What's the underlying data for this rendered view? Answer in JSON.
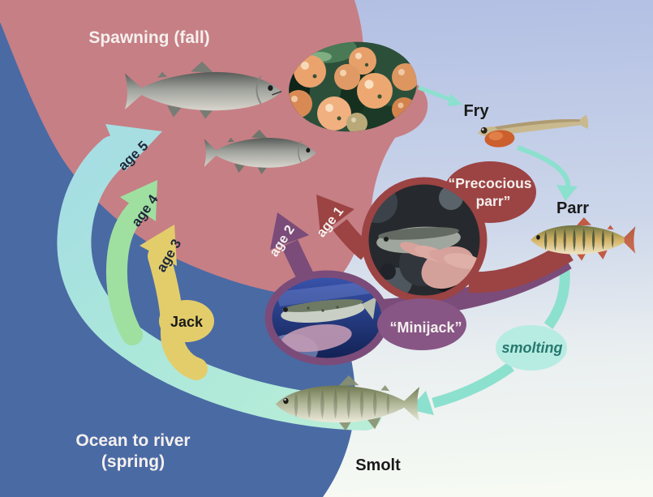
{
  "diagram": {
    "labels": {
      "spawning": "Spawning (fall)",
      "ocean_line1": "Ocean to river",
      "ocean_line2": "(spring)",
      "fry": "Fry",
      "parr": "Parr",
      "smolt": "Smolt",
      "jack": "Jack",
      "minijack": "“Minijack”",
      "precocious_line1": "“Precocious",
      "precocious_line2": "parr”",
      "smolting": "smolting"
    },
    "ages": {
      "age1": "age 1",
      "age2": "age 2",
      "age3": "age 3",
      "age4": "age 4",
      "age5": "age 5"
    },
    "colors": {
      "ocean_blue": "#4a6aa4",
      "spawning_rose": "#c67f85",
      "sky_top": "#b2bfe3",
      "background_bottom": "#f5f9f2",
      "age1_red": "#9c4343",
      "age2_purple": "#7b4c79",
      "age3_yellow": "#e3cd6b",
      "age4_green": "#9fe0a0",
      "age5_cyan": "#a6dee2",
      "return_band_teal": "#b3ead9",
      "arrow_teal": "#8ce0ce",
      "smolting_bubble": "#b7ece3",
      "smolting_text": "#27786f",
      "label_navy": "#20293c"
    },
    "images": {
      "eggs_photo": "salmon-eggs-in-gravel",
      "precocious_parr_photo": "hand-holding-precocious-parr",
      "minijack_photo": "hand-holding-minijack",
      "adult_salmon_large": "adult-salmon",
      "adult_salmon_small": "adult-salmon",
      "fry": "alevin-fry-with-yolk-sac",
      "parr": "parr-with-parr-marks",
      "smolt": "silvery-smolt"
    }
  }
}
